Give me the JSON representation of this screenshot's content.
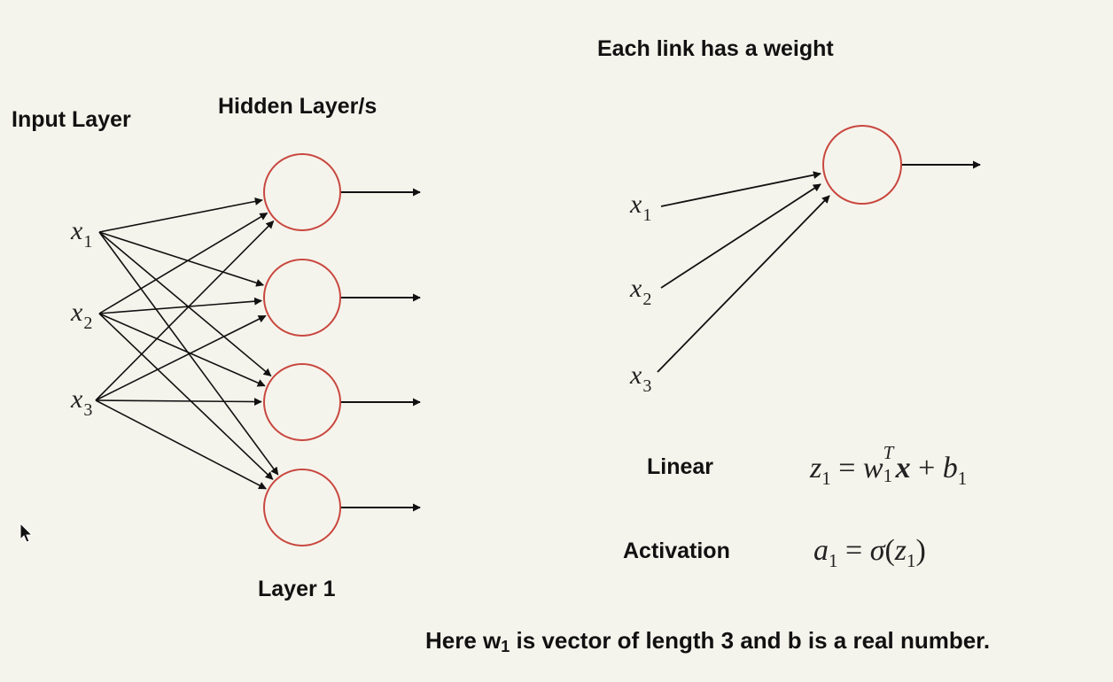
{
  "labels": {
    "input_layer": "Input Layer",
    "hidden_layer": "Hidden Layer/s",
    "layer1": "Layer 1",
    "each_link": "Each link has a weight",
    "linear": "Linear",
    "activation": "Activation"
  },
  "inputs": [
    {
      "var": "x",
      "sub": "1"
    },
    {
      "var": "x",
      "sub": "2"
    },
    {
      "var": "x",
      "sub": "3"
    }
  ],
  "hidden_neuron_count": 4,
  "equations": {
    "linear": {
      "lhs": "z",
      "lhs_sub": "1",
      "eq": "=",
      "w": "w",
      "w_sup": "T",
      "w_sub": "1",
      "x": "x",
      "plus": "+",
      "b": "b",
      "b_sub": "1"
    },
    "activation": {
      "lhs": "a",
      "lhs_sub": "1",
      "eq": "=",
      "fn": "σ",
      "open": "(",
      "arg": "z",
      "arg_sub": "1",
      "close": ")"
    }
  },
  "footer": {
    "pre": "Here w",
    "sub": "1",
    "post": " is vector of length 3 and b is a real number."
  },
  "colors": {
    "neuron_stroke": "#c8473f",
    "line": "#111111",
    "background": "#f5f4ec"
  }
}
